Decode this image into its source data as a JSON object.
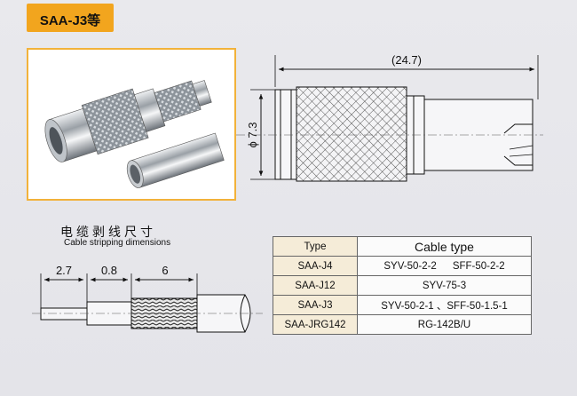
{
  "header": {
    "title": "SAA-J3等"
  },
  "drawing": {
    "length_label": "(24.7)",
    "diameter_label": "ϕ 7.3"
  },
  "stripping": {
    "title_cn": "电缆剥线尺寸",
    "title_en": "Cable stripping dimensions",
    "dims": [
      "2.7",
      "0.8",
      "6"
    ]
  },
  "table": {
    "headers": {
      "type": "Type",
      "cable": "Cable type"
    },
    "rows": [
      {
        "type": "SAA-J4",
        "cable_a": "SYV-50-2-2",
        "cable_b": "SFF-50-2-2"
      },
      {
        "type": "SAA-J12",
        "cable": "SYV-75-3"
      },
      {
        "type": "SAA-J3",
        "cable": "SYV-50-2-1 、SFF-50-1.5-1"
      },
      {
        "type": "SAA-JRG142",
        "cable": "RG-142B/U"
      }
    ]
  },
  "colors": {
    "tab": "#f2a51e",
    "frame": "#f2b23a",
    "background": "#e6e6eb"
  }
}
